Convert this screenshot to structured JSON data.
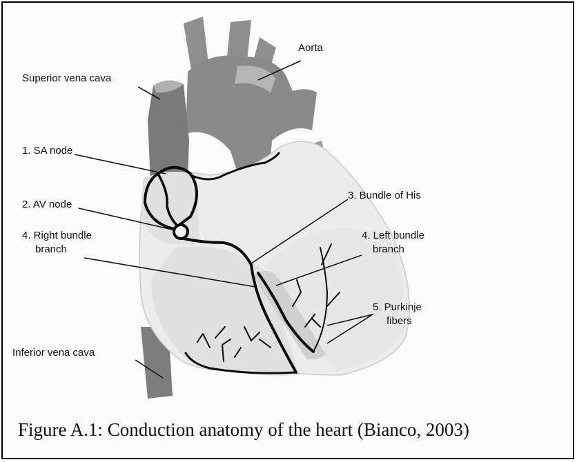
{
  "diagram": {
    "labels": {
      "aorta": "Aorta",
      "superior_vena_cava": "Superior vena cava",
      "sa_node": "1. SA node",
      "av_node": "2. AV node",
      "right_bundle_line1": "4. Right bundle",
      "right_bundle_line2": "branch",
      "bundle_of_his": "3. Bundle of His",
      "left_bundle_line1": "4. Left bundle",
      "left_bundle_line2": "branch",
      "purkinje_line1": "5. Purkinje",
      "purkinje_line2": "fibers",
      "inferior_vena_cava": "Inferior  vena cava"
    },
    "caption": "Figure A.1:  Conduction anatomy of the heart (Bianco, 2003)"
  }
}
